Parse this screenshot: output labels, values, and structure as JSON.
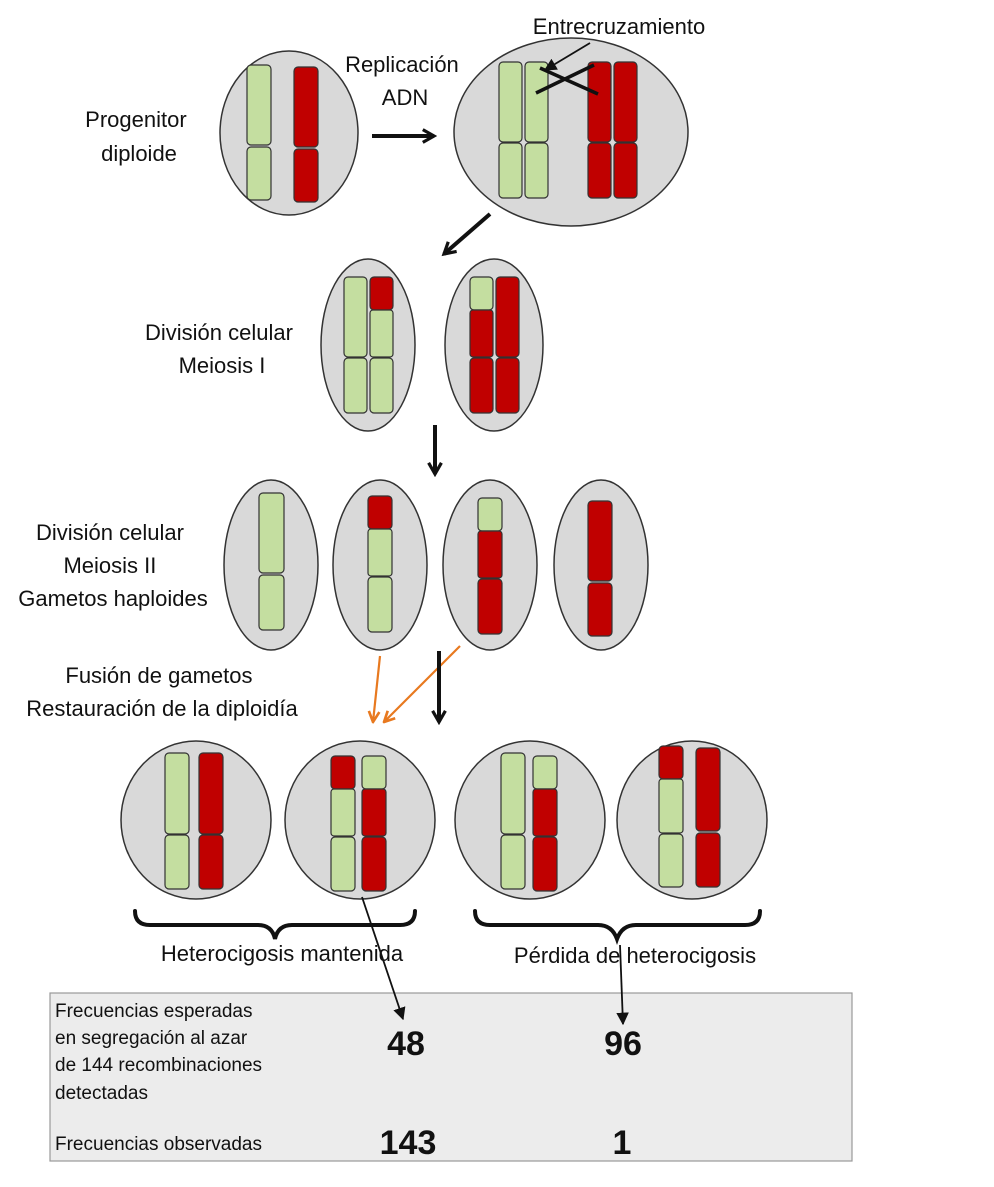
{
  "colors": {
    "green": "#c4dea0",
    "red": "#c00000",
    "nucleus": "#d9d9d9",
    "table_bg": "#ececec",
    "orange": "#e8791f"
  },
  "labels": {
    "progenitor": [
      "Progenitor",
      "diploide"
    ],
    "replicacion": [
      "Replicación",
      "ADN"
    ],
    "entrecruzamiento": "Entrecruzamiento",
    "meiosis1": [
      "División celular",
      "Meiosis I"
    ],
    "meiosis2": [
      "División celular",
      "Meiosis II",
      "Gametos haploides"
    ],
    "fusion": [
      "Fusión de gametos",
      "Restauración de la diploidía"
    ],
    "heterocigosis_mantenida": "Heterocigosis mantenida",
    "perdida_heterocigosis": "Pérdida de heterocigosis"
  },
  "table": {
    "expected_label": [
      "Frecuencias esperadas",
      "en segregación al azar",
      "de 144 recombinaciones",
      "detectadas"
    ],
    "observed_label": "Frecuencias observadas",
    "expected": {
      "mantenida": "48",
      "perdida": "96"
    },
    "observed": {
      "mantenida": "143",
      "perdida": "1"
    }
  }
}
